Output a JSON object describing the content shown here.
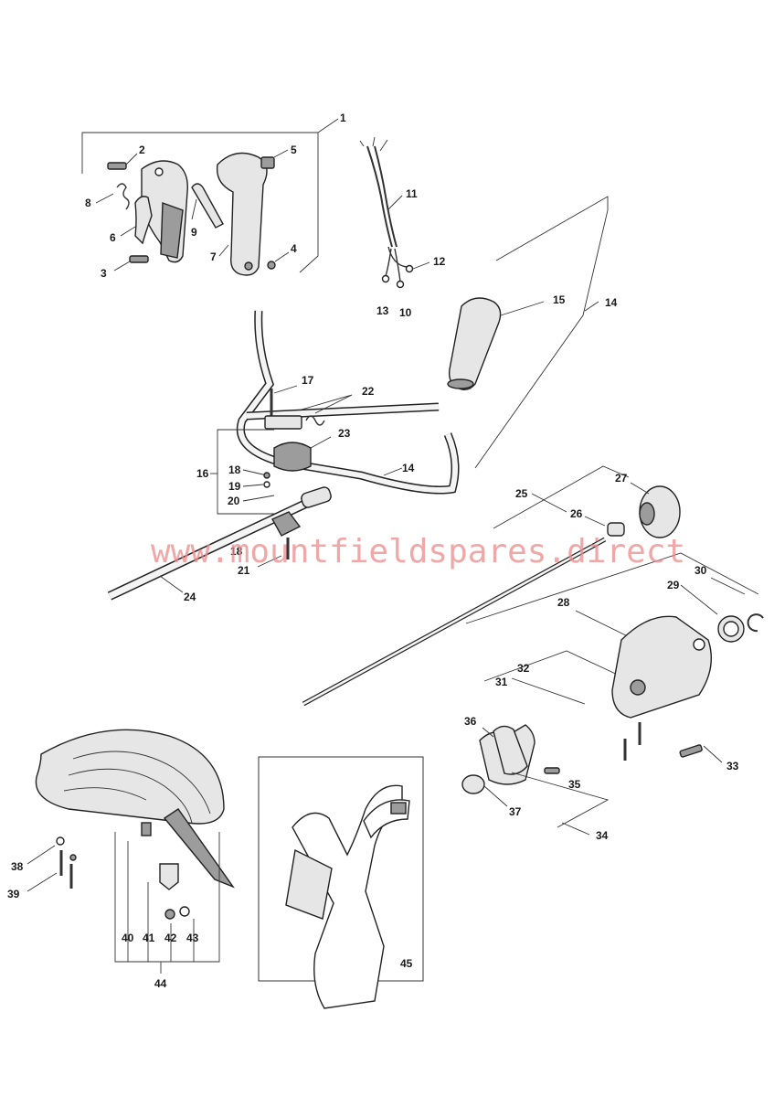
{
  "watermark": "www.mountfieldspares.direct",
  "callouts": [
    "1",
    "2",
    "3",
    "4",
    "5",
    "6",
    "7",
    "8",
    "9",
    "10",
    "11",
    "12",
    "13",
    "14",
    "14",
    "15",
    "16",
    "17",
    "18",
    "18",
    "19",
    "20",
    "21",
    "22",
    "23",
    "24",
    "25",
    "26",
    "27",
    "28",
    "29",
    "30",
    "31",
    "32",
    "33",
    "34",
    "35",
    "36",
    "37",
    "38",
    "39",
    "40",
    "41",
    "42",
    "43",
    "44",
    "45"
  ]
}
